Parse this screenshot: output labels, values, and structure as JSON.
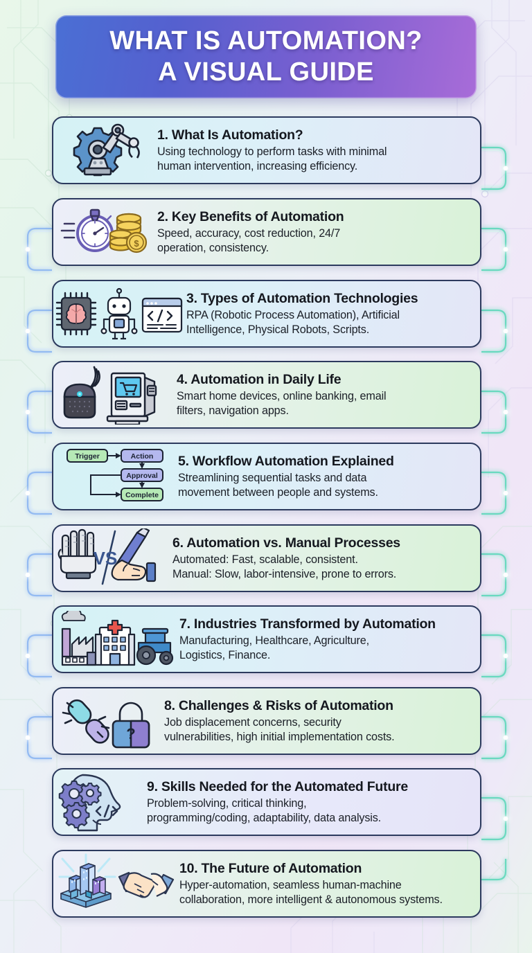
{
  "header": {
    "title_line1": "WHAT IS AUTOMATION?",
    "title_line2": "A VISUAL GUIDE"
  },
  "theme": {
    "title_gradient_from": "#4a6fd4",
    "title_gradient_to": "#a86cd8",
    "card_border": "#2c3a5e",
    "connector_left": "#7aa8f0",
    "connector_right": "#5fd9c0",
    "background_left": "#e9f7ea",
    "background_right": "#f0e6f7"
  },
  "cards": [
    {
      "number": "1.",
      "title": "1. What Is Automation?",
      "icon": "gear-robot-arm-icon",
      "body_lines": [
        "Using technology to perform tasks with minimal",
        "human intervention, increasing efficiency."
      ]
    },
    {
      "number": "2.",
      "title": "2. Key Benefits of Automation",
      "icon": "stopwatch-coins-icon",
      "body_lines": [
        "Speed, accuracy, cost reduction, 24/7",
        "operation, consistency."
      ]
    },
    {
      "number": "3.",
      "title": "3. Types of Automation Technologies",
      "icon": "ai-chip-robot-code-icon",
      "body_lines": [
        "RPA (Robotic Process Automation), Artificial",
        "Intelligence, Physical Robots, Scripts."
      ]
    },
    {
      "number": "4.",
      "title": "4. Automation in Daily Life",
      "icon": "smart-speaker-atm-icon",
      "body_lines": [
        "Smart home devices, online banking, email",
        "filters, navigation apps."
      ]
    },
    {
      "number": "5.",
      "title": "5. Workflow Automation Explained",
      "icon": "workflow-diagram-icon",
      "body_lines": [
        "Streamlining sequential tasks and data",
        "movement between people and systems."
      ],
      "workflow": {
        "trigger": "Trigger",
        "action": "Action",
        "approval": "Approval",
        "complete": "Complete"
      }
    },
    {
      "number": "6.",
      "title": "6. Automation vs. Manual Processes",
      "icon": "robot-hand-vs-human-hand-icon",
      "vs_label": "VS",
      "body_lines": [
        "Automated: Fast, scalable, consistent.",
        "Manual: Slow, labor-intensive, prone to errors."
      ]
    },
    {
      "number": "7.",
      "title": "7. Industries Transformed by Automation",
      "icon": "factory-hospital-tractor-icon",
      "body_lines": [
        "Manufacturing, Healthcare, Agriculture,",
        "Logistics, Finance."
      ]
    },
    {
      "number": "8.",
      "title": "8. Challenges & Risks of Automation",
      "icon": "broken-chain-lock-icon",
      "body_lines": [
        "Job displacement concerns, security",
        "vulnerabilities, high initial implementation costs."
      ]
    },
    {
      "number": "9.",
      "title": "9. Skills Needed for the Automated Future",
      "icon": "head-gears-code-icon",
      "body_lines": [
        "Problem-solving, critical thinking,",
        "programming/coding, adaptability, data analysis."
      ]
    },
    {
      "number": "10.",
      "title": "10. The Future of Automation",
      "icon": "smart-city-handshake-icon",
      "body_lines": [
        "Hyper-automation, seamless human-machine",
        "collaboration, more intelligent & autonomous systems."
      ]
    }
  ]
}
